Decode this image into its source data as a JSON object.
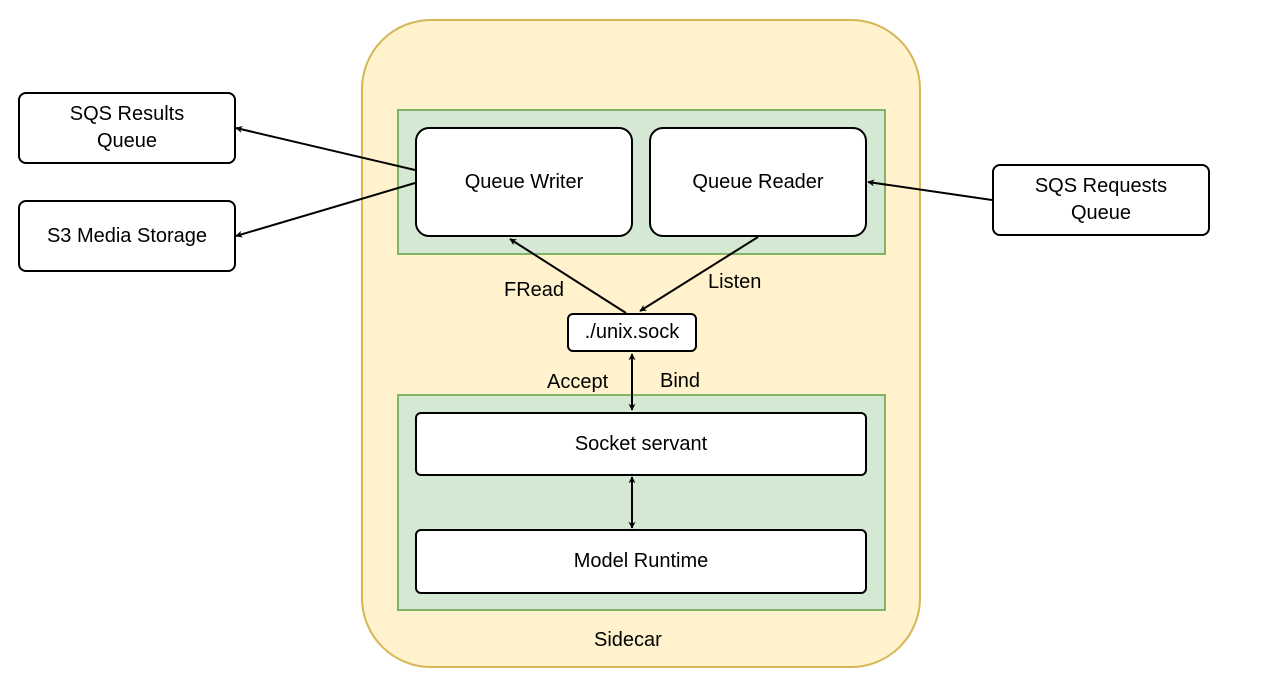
{
  "diagram": {
    "external": {
      "sqs_results": "SQS Results\nQueue",
      "s3_storage": "S3 Media Storage",
      "sqs_requests": "SQS Requests\nQueue"
    },
    "sidecar": {
      "label": "Sidecar",
      "queue_writer": "Queue Writer",
      "queue_reader": "Queue Reader",
      "socket_file": "./unix.sock",
      "socket_servant": "Socket servant",
      "model_runtime": "Model Runtime"
    },
    "edge_labels": {
      "fread": "FRead",
      "listen": "Listen",
      "accept": "Accept",
      "bind": "Bind"
    },
    "colors": {
      "sidecar_fill": "#fff2cc",
      "sidecar_stroke": "#d6b656",
      "group_fill": "#d5e8d4",
      "group_stroke": "#82b366",
      "node_fill": "#ffffff",
      "line": "#000000"
    }
  }
}
